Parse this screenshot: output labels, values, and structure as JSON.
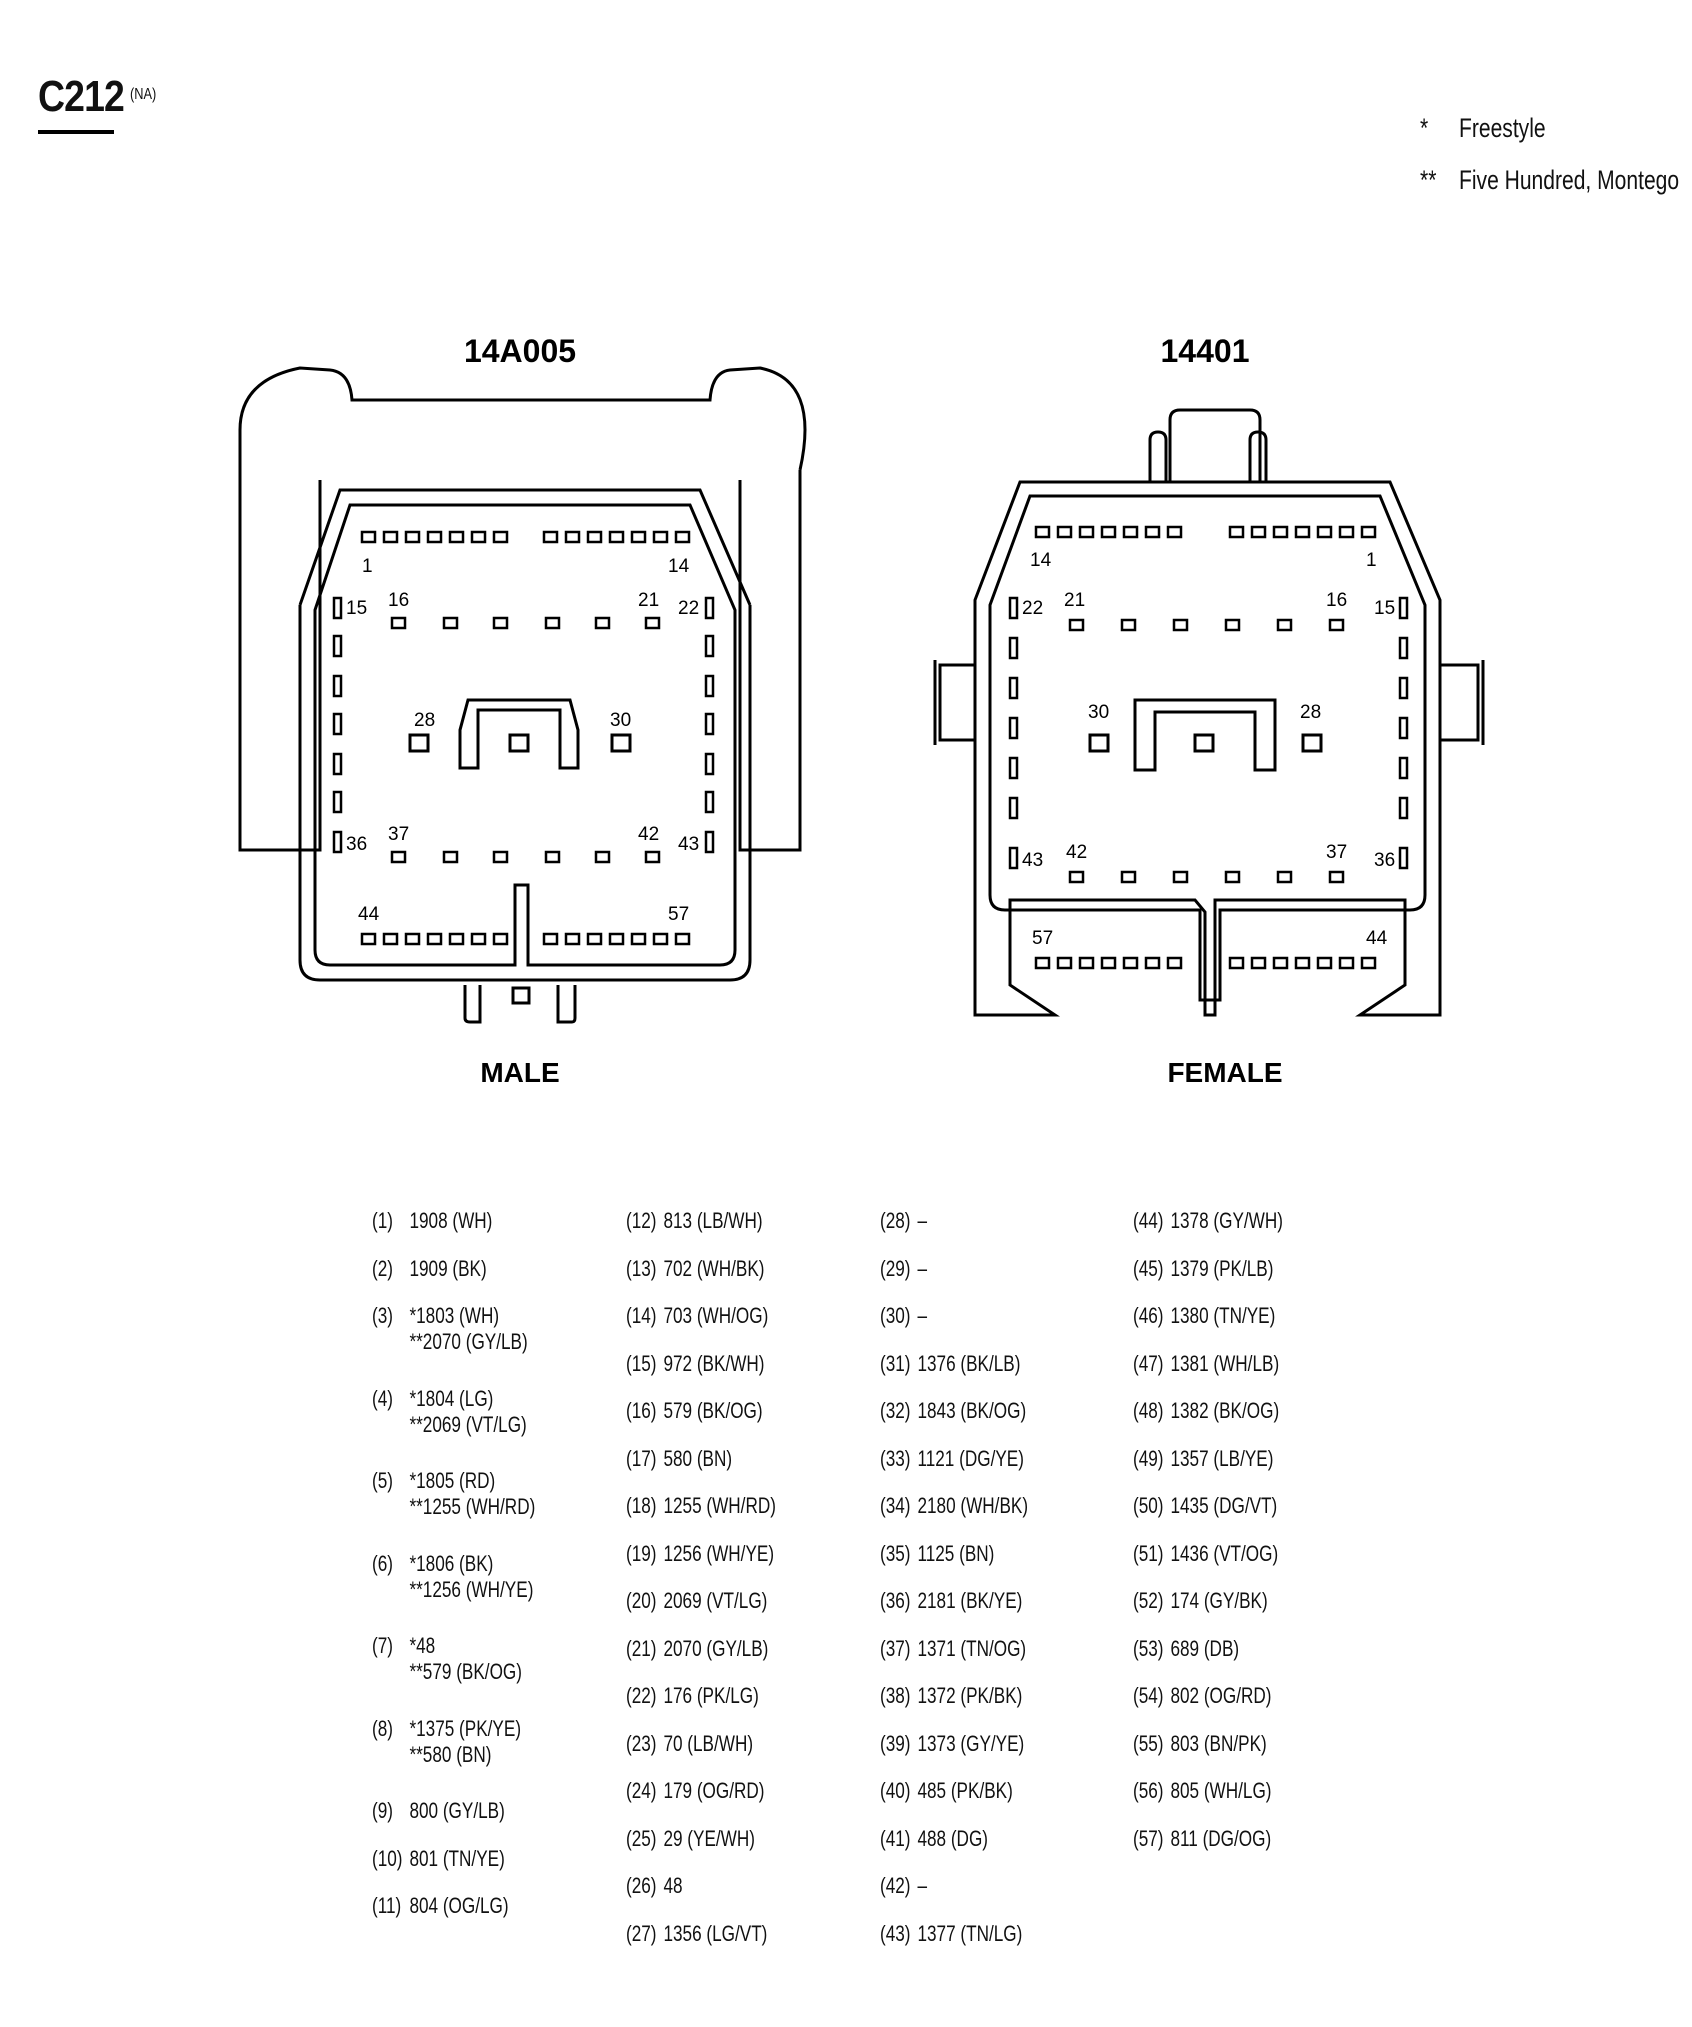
{
  "header": {
    "connector": "C212",
    "note": "(NA)"
  },
  "legend": [
    {
      "mark": "*",
      "text": "Freestyle"
    },
    {
      "mark": "**",
      "text": "Five Hundred, Montego"
    }
  ],
  "male": {
    "part": "14A005",
    "caption": "MALE",
    "labels": {
      "p1": "1",
      "p14": "14",
      "p15": "15",
      "p16": "16",
      "p21": "21",
      "p22": "22",
      "p28": "28",
      "p30": "30",
      "p36": "36",
      "p37": "37",
      "p42": "42",
      "p43": "43",
      "p44": "44",
      "p57": "57"
    }
  },
  "female": {
    "part": "14401",
    "caption": "FEMALE",
    "labels": {
      "p14": "14",
      "p1": "1",
      "p22": "22",
      "p21": "21",
      "p16": "16",
      "p15": "15",
      "p30": "30",
      "p28": "28",
      "p43": "43",
      "p42": "42",
      "p37": "37",
      "p36": "36",
      "p57": "57",
      "p44": "44"
    }
  },
  "pins": [
    {
      "pin": "(1)",
      "lines": [
        "1908 (WH)"
      ]
    },
    {
      "pin": "(2)",
      "lines": [
        "1909 (BK)"
      ]
    },
    {
      "pin": "(3)",
      "lines": [
        "*1803 (WH)",
        "**2070 (GY/LB)"
      ]
    },
    {
      "pin": "(4)",
      "lines": [
        "*1804 (LG)",
        "**2069 (VT/LG)"
      ]
    },
    {
      "pin": "(5)",
      "lines": [
        "*1805 (RD)",
        "**1255 (WH/RD)"
      ]
    },
    {
      "pin": "(6)",
      "lines": [
        "*1806 (BK)",
        "**1256 (WH/YE)"
      ]
    },
    {
      "pin": "(7)",
      "lines": [
        "*48",
        "**579 (BK/OG)"
      ]
    },
    {
      "pin": "(8)",
      "lines": [
        "*1375 (PK/YE)",
        "**580 (BN)"
      ]
    },
    {
      "pin": "(9)",
      "lines": [
        "800 (GY/LB)"
      ]
    },
    {
      "pin": "(10)",
      "lines": [
        "801 (TN/YE)"
      ]
    },
    {
      "pin": "(11)",
      "lines": [
        "804 (OG/LG)"
      ]
    },
    {
      "pin": "(12)",
      "lines": [
        "813 (LB/WH)"
      ]
    },
    {
      "pin": "(13)",
      "lines": [
        "702 (WH/BK)"
      ]
    },
    {
      "pin": "(14)",
      "lines": [
        "703 (WH/OG)"
      ]
    },
    {
      "pin": "(15)",
      "lines": [
        "972 (BK/WH)"
      ]
    },
    {
      "pin": "(16)",
      "lines": [
        "579 (BK/OG)"
      ]
    },
    {
      "pin": "(17)",
      "lines": [
        "580 (BN)"
      ]
    },
    {
      "pin": "(18)",
      "lines": [
        "1255 (WH/RD)"
      ]
    },
    {
      "pin": "(19)",
      "lines": [
        "1256 (WH/YE)"
      ]
    },
    {
      "pin": "(20)",
      "lines": [
        "2069 (VT/LG)"
      ]
    },
    {
      "pin": "(21)",
      "lines": [
        "2070 (GY/LB)"
      ]
    },
    {
      "pin": "(22)",
      "lines": [
        "176 (PK/LG)"
      ]
    },
    {
      "pin": "(23)",
      "lines": [
        "70 (LB/WH)"
      ]
    },
    {
      "pin": "(24)",
      "lines": [
        "179 (OG/RD)"
      ]
    },
    {
      "pin": "(25)",
      "lines": [
        "29 (YE/WH)"
      ]
    },
    {
      "pin": "(26)",
      "lines": [
        "48"
      ]
    },
    {
      "pin": "(27)",
      "lines": [
        "1356 (LG/VT)"
      ]
    },
    {
      "pin": "(28)",
      "lines": [
        "–"
      ]
    },
    {
      "pin": "(29)",
      "lines": [
        "–"
      ]
    },
    {
      "pin": "(30)",
      "lines": [
        "–"
      ]
    },
    {
      "pin": "(31)",
      "lines": [
        "1376 (BK/LB)"
      ]
    },
    {
      "pin": "(32)",
      "lines": [
        "1843 (BK/OG)"
      ]
    },
    {
      "pin": "(33)",
      "lines": [
        "1121 (DG/YE)"
      ]
    },
    {
      "pin": "(34)",
      "lines": [
        "2180 (WH/BK)"
      ]
    },
    {
      "pin": "(35)",
      "lines": [
        "1125 (BN)"
      ]
    },
    {
      "pin": "(36)",
      "lines": [
        "2181 (BK/YE)"
      ]
    },
    {
      "pin": "(37)",
      "lines": [
        "1371 (TN/OG)"
      ]
    },
    {
      "pin": "(38)",
      "lines": [
        "1372 (PK/BK)"
      ]
    },
    {
      "pin": "(39)",
      "lines": [
        "1373 (GY/YE)"
      ]
    },
    {
      "pin": "(40)",
      "lines": [
        "485 (PK/BK)"
      ]
    },
    {
      "pin": "(41)",
      "lines": [
        "488 (DG)"
      ]
    },
    {
      "pin": "(42)",
      "lines": [
        "–"
      ]
    },
    {
      "pin": "(43)",
      "lines": [
        "1377 (TN/LG)"
      ]
    },
    {
      "pin": "(44)",
      "lines": [
        "1378 (GY/WH)"
      ]
    },
    {
      "pin": "(45)",
      "lines": [
        "1379 (PK/LB)"
      ]
    },
    {
      "pin": "(46)",
      "lines": [
        "1380 (TN/YE)"
      ]
    },
    {
      "pin": "(47)",
      "lines": [
        "1381 (WH/LB)"
      ]
    },
    {
      "pin": "(48)",
      "lines": [
        "1382 (BK/OG)"
      ]
    },
    {
      "pin": "(49)",
      "lines": [
        "1357 (LB/YE)"
      ]
    },
    {
      "pin": "(50)",
      "lines": [
        "1435 (DG/VT)"
      ]
    },
    {
      "pin": "(51)",
      "lines": [
        "1436 (VT/OG)"
      ]
    },
    {
      "pin": "(52)",
      "lines": [
        "174 (GY/BK)"
      ]
    },
    {
      "pin": "(53)",
      "lines": [
        "689 (DB)"
      ]
    },
    {
      "pin": "(54)",
      "lines": [
        "802 (OG/RD)"
      ]
    },
    {
      "pin": "(55)",
      "lines": [
        "803 (BN/PK)"
      ]
    },
    {
      "pin": "(56)",
      "lines": [
        "805 (WH/LG)"
      ]
    },
    {
      "pin": "(57)",
      "lines": [
        "811 (DG/OG)"
      ]
    }
  ]
}
